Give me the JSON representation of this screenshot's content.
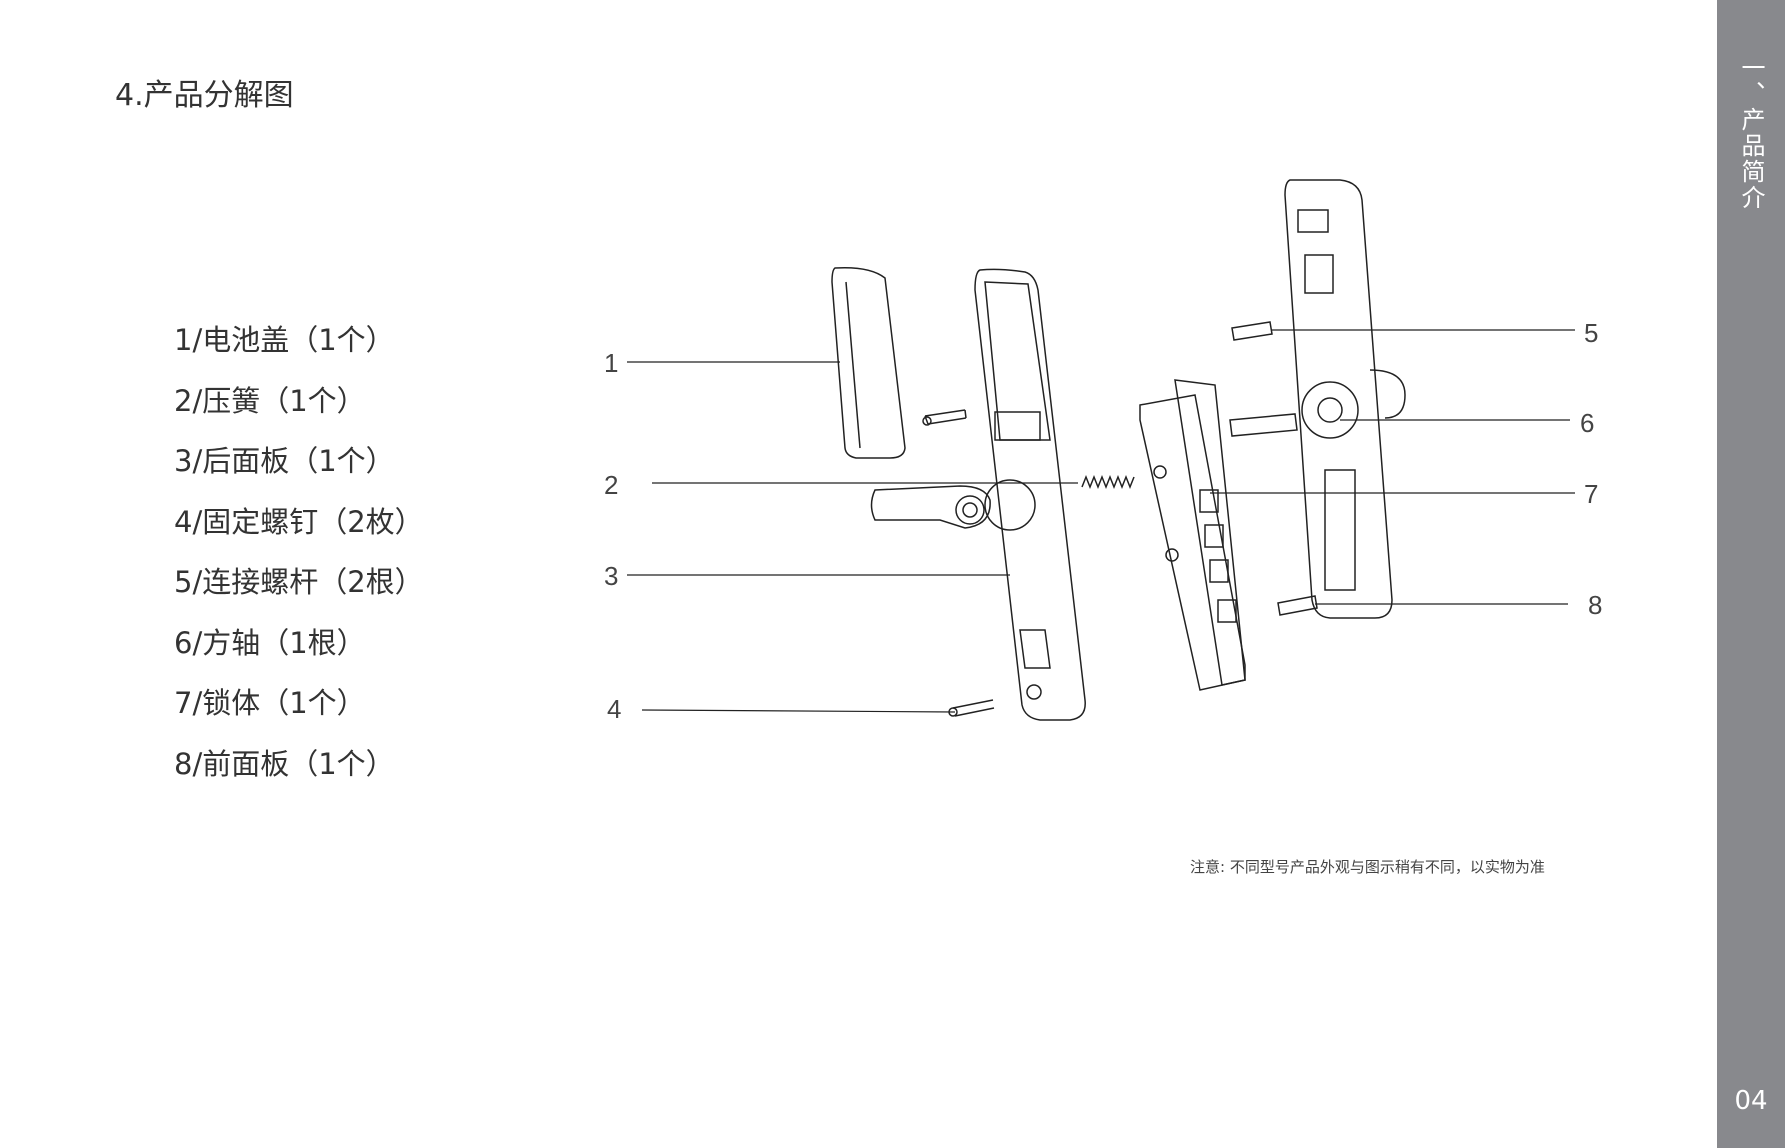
{
  "title": "4.产品分解图",
  "parts": [
    "1/电池盖（1个）",
    "2/压簧（1个）",
    "3/后面板（1个）",
    "4/固定螺钉（2枚）",
    "5/连接螺杆（2根）",
    "6/方轴（1根）",
    "7/锁体（1个）",
    "8/前面板（1个）"
  ],
  "callouts": [
    "1",
    "2",
    "3",
    "4",
    "5",
    "6",
    "7",
    "8"
  ],
  "note": "注意: 不同型号产品外观与图示稍有不同，以实物为准",
  "sidebar": {
    "section": "一、产品简介",
    "page": "04",
    "color": "#88898d"
  }
}
